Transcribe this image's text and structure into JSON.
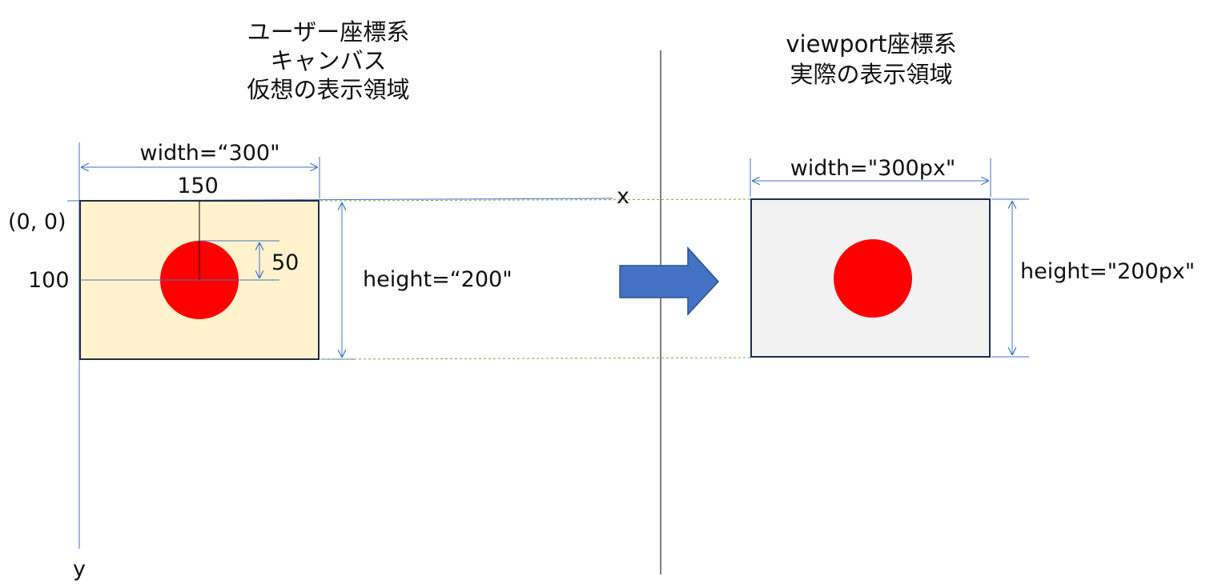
{
  "left_panel": {
    "title_lines": [
      "ユーザー座標系",
      "キャンバス",
      "仮想の表示領域"
    ],
    "width_label": "width=“300\"",
    "height_label": "height=“200\"",
    "origin_label": "(0, 0)",
    "center_x_label": "150",
    "center_y_label": "100",
    "radius_label": "50",
    "x_axis_label": "x",
    "y_axis_label": "y"
  },
  "right_panel": {
    "title_lines": [
      "viewport座標系",
      "実際の表示領域"
    ],
    "width_label": "width=\"300px\"",
    "height_label": "height=\"200px\""
  },
  "colors": {
    "canvas_fill": "#FFF2CC",
    "viewport_fill": "#F2F2F2",
    "circle": "#FF0000",
    "arrow_fill": "#4472C4",
    "arrow_stroke": "#2F528F",
    "dimension_line": "#4472C4",
    "guide_line": "#70AD47",
    "box_border": "#1F2D4D"
  },
  "icons": {
    "transform_arrow": "right-arrow-icon"
  }
}
